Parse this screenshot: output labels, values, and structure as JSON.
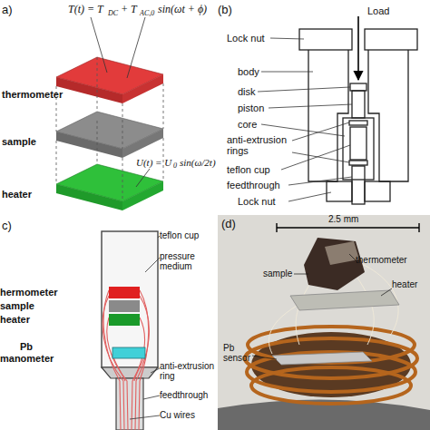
{
  "diagram": {
    "labels": [
      "a)",
      "T(t) = T",
      "DC",
      "+ T",
      "AC,0",
      "sin(ωt + ϕ)",
      "thermometer",
      "sample",
      "U(t) = U",
      "0",
      "sin(ω/2t)",
      "heater",
      "(b)",
      "Load",
      "Lock nut",
      "body",
      "disk",
      "piston",
      "core",
      "anti-extrusion rings",
      "teflon cup",
      "feedthrough",
      "Lock nut",
      "c)",
      "teflon cup",
      "pressure medium",
      "hermometer",
      "sample",
      "heater",
      "Pb",
      "manometer",
      "anti-extrusion ring",
      "feedthrough",
      "Cu wires",
      "(d)",
      "2.5 mm",
      "thermometer",
      "sample",
      "heater",
      "Pb sensor"
    ]
  }
}
